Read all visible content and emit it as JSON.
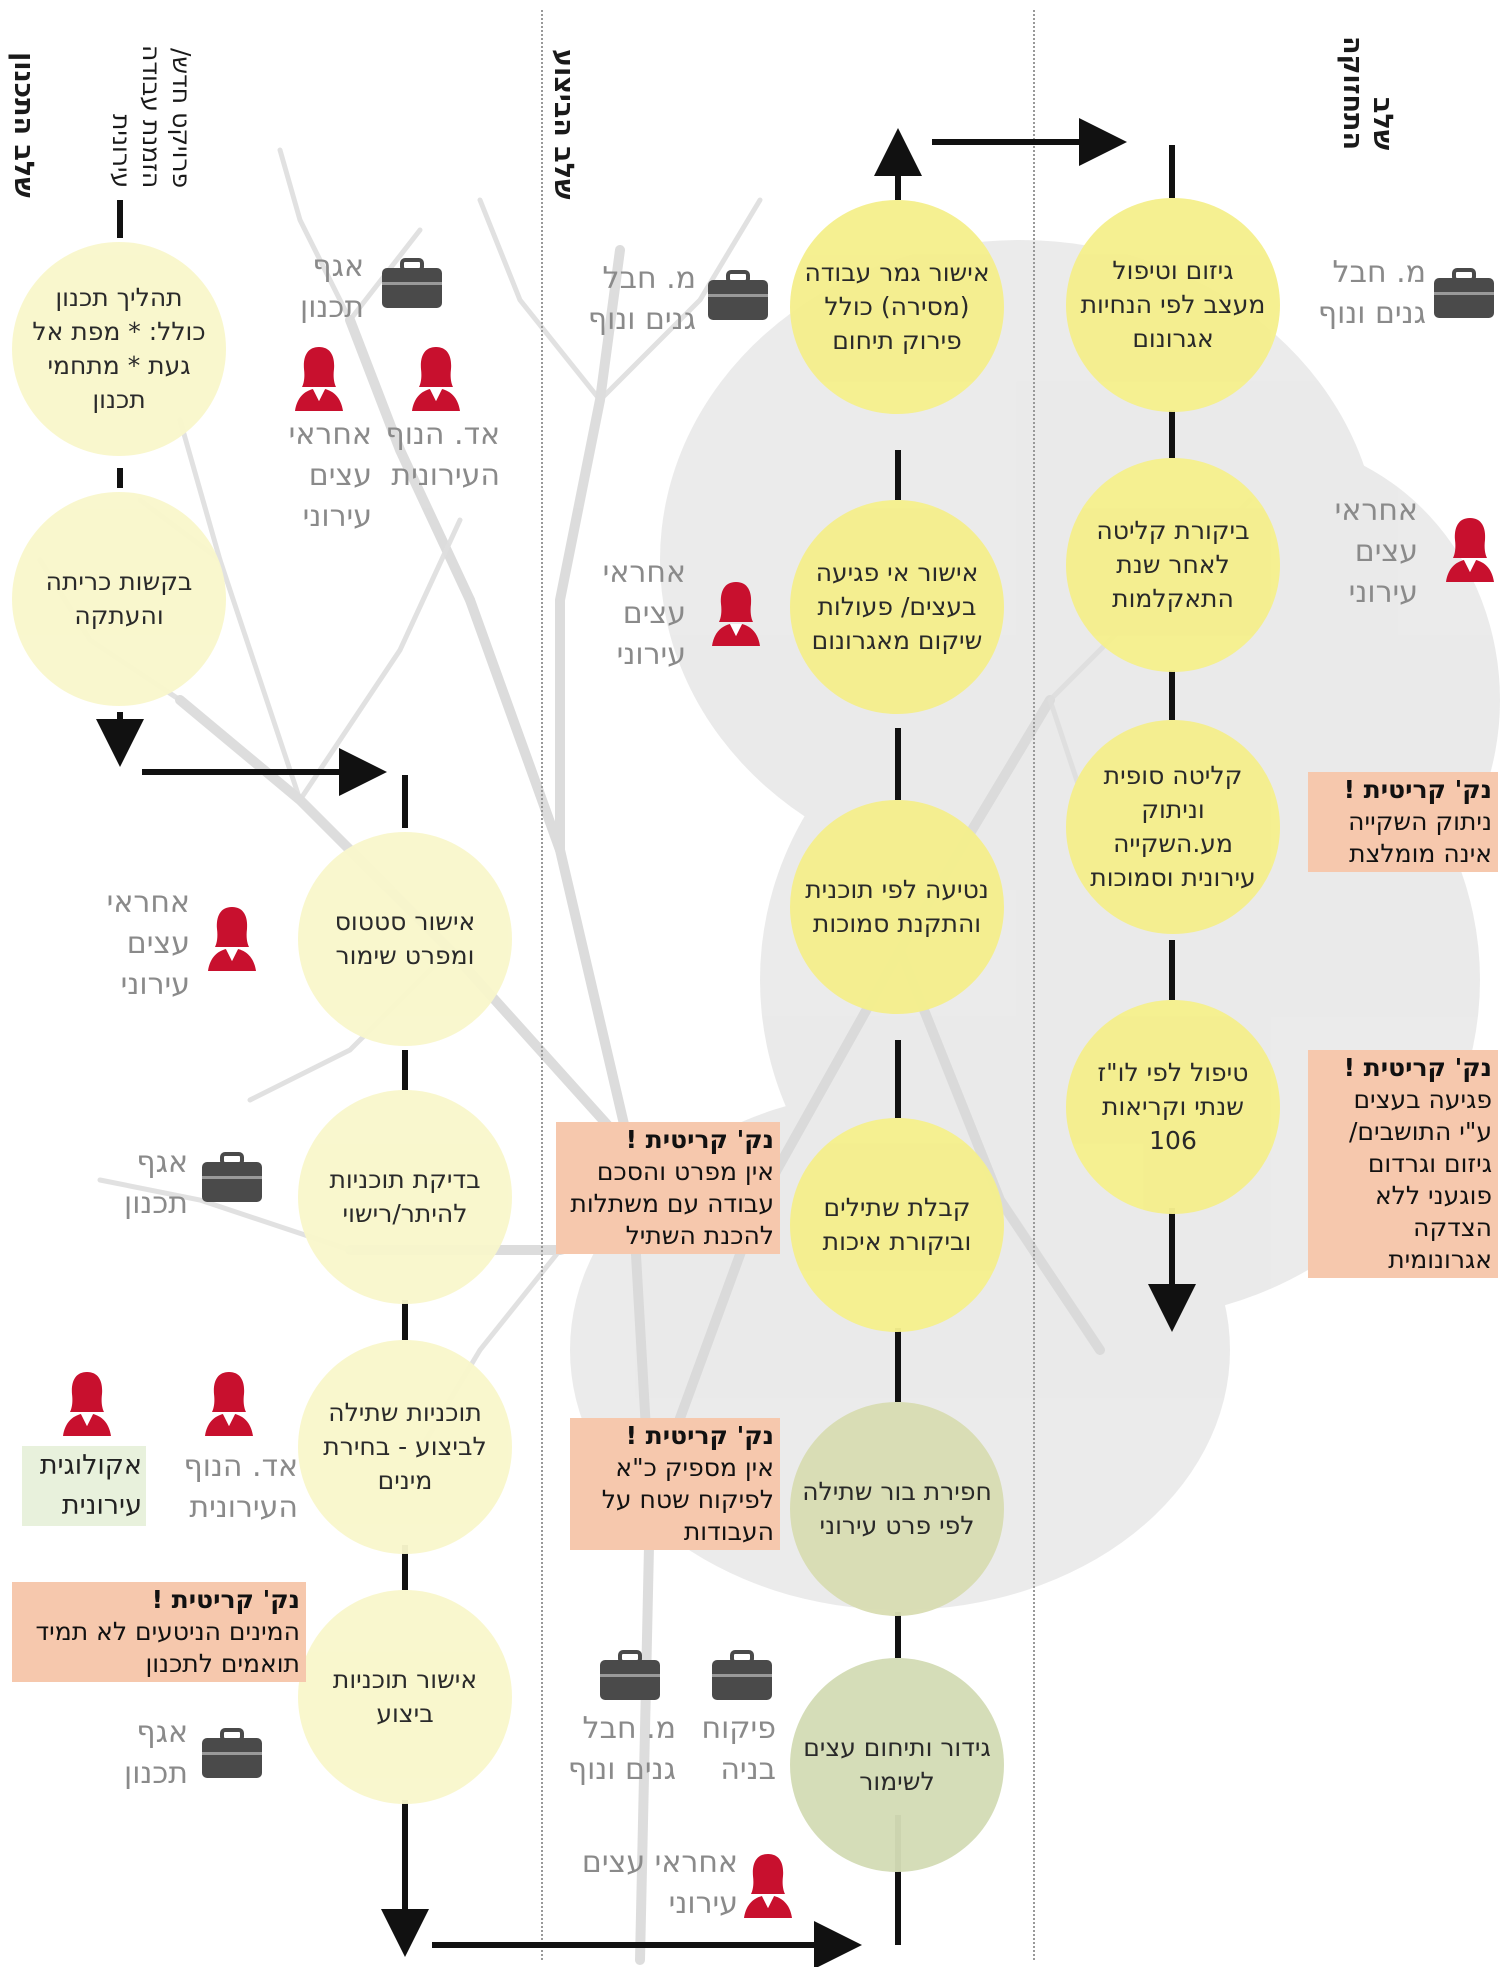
{
  "colors": {
    "circle_pale": "#f9f7cc",
    "circle_yellow": "#f5ef8d",
    "circle_green": "#d4dcb6",
    "critical_bg": "#f6c8ad",
    "ecology_bg": "#e8f1dc",
    "person_icon": "#c8102e",
    "briefcase_icon": "#4a4a4a",
    "role_text": "#8a8a8a"
  },
  "stages": {
    "planning": {
      "title": "שלב התכנון",
      "subtitle": "פרויקט חדש/ הזמנת עבודה עירונית"
    },
    "execution": {
      "title": "שלב הביצוע"
    },
    "maintenance": {
      "title": "שלב התחזוקה"
    }
  },
  "planning_steps": [
    "תהליך תכנון כולל: * מפת אל געת * מתחמי תכנון",
    "בקשות כריתה והעתקה",
    "אישור סטטוס ומפרט שימור",
    "בדיקת תוכניות להיתר/רישוי",
    "תוכניות שתילה לביצוע - בחירת מינים",
    "אישור תוכניות ביצוע"
  ],
  "execution_steps": [
    "גידור ותיחום עצים לשימור",
    "חפירת בור שתילה לפי פרט עירוני",
    "קבלת שתילים וביקורת איכות",
    "נטיעה לפי תוכנית והתקנת סמוכות",
    "אישור אי פגיעה בעצים/ פעולות שיקום מאגרונום",
    "אישור גמר עבודה (מסירה) כולל פירוק תיחום"
  ],
  "maintenance_steps": [
    "גיזום וטיפול מעצב לפי הנחיות אגרונום",
    "ביקורת קליטה לאחר שנת התאקלמות",
    "קליטה סופית וניתוק מע.השקייה עירונית וסמוכות",
    "טיפול לפי לו\"ז שנתי וקריאות 106"
  ],
  "roles": {
    "planning_dept_1": "אגף תכנון",
    "landscape_arch_1": "אד. הנוף העירונית",
    "tree_officer_1": "אחראי עצים עירוני",
    "tree_officer_2": "אחראי עצים עירוני",
    "planning_dept_2": "אגף תכנון",
    "landscape_arch_2": "אד. הנוף העירונית",
    "ecologist": "אקולוגית עירונית",
    "planning_dept_3": "אגף תכנון",
    "gardens_dept_1": "מ. חבל גנים ונוף",
    "tree_officer_3": "אחראי עצים עירוני",
    "gardens_dept_2": "מ. חבל גנים ונוף",
    "building_inspection": "פיקוח בניה",
    "tree_officer_4": "אחראי עצים עירוני",
    "gardens_dept_3": "מ. חבל גנים ונוף",
    "tree_officer_5": "אחראי עצים עירוני"
  },
  "critical": {
    "label": "נק' קריטית !",
    "c1": "המינים הניטעים לא תמיד תואמים לתכנון",
    "c2": "אין מפרט והסכם עבודה עם משתלות להכנת השתיל",
    "c3": "אין מספיק כ\"א לפיקוח שטח על העבודות",
    "c4": "ניתוק השקייה אינה מומלצת",
    "c5": "פגיעה בעצים ע\"י התושבים/ גיזום וגרדום פוגעני ללא הצדקה אגרונומית"
  },
  "icons": {
    "person": "female-person-icon",
    "briefcase": "briefcase-icon",
    "background": "tree-silhouette"
  }
}
